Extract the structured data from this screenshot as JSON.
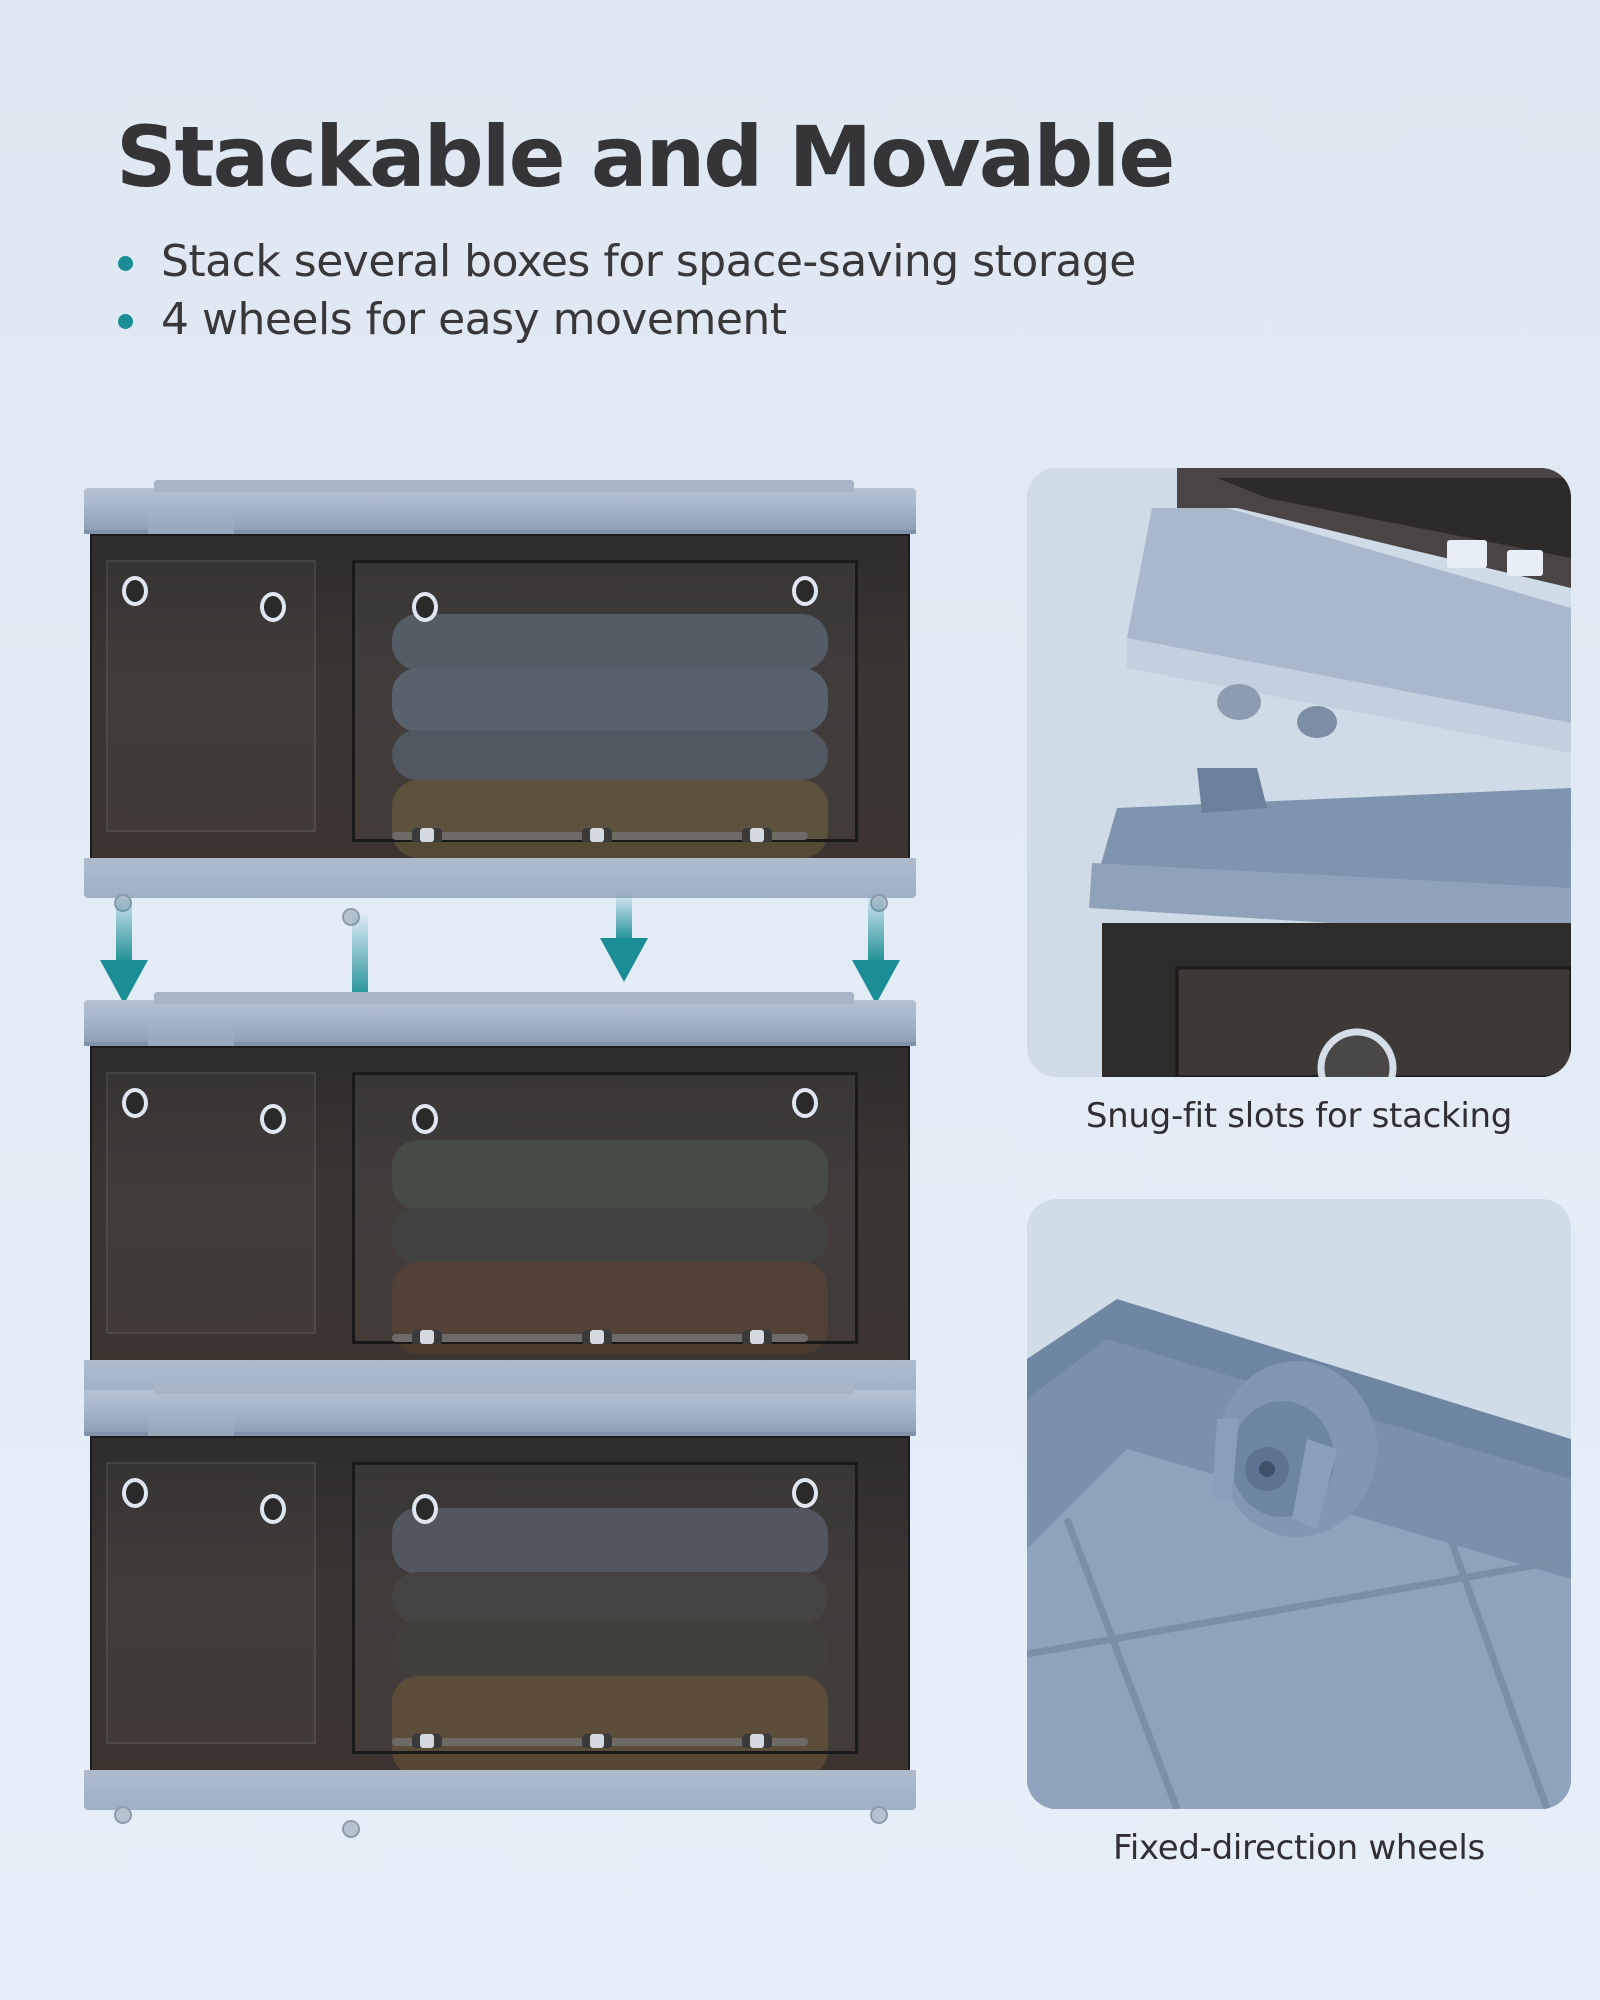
{
  "header": {
    "title": "Stackable and Movable",
    "bullets": [
      "Stack several boxes for space-saving storage",
      "4 wheels for easy movement"
    ]
  },
  "illustration": {
    "description": "Three transparent dark storage boxes with blue-grey lids and bases, top box shown lifted above the stack with four downward arrows",
    "box_count": 3,
    "arrow_count": 4,
    "arrow_icon": "arrow-down-icon"
  },
  "details": [
    {
      "caption": "Snug-fit slots for stacking",
      "image": "close-up of lid corner slot and box bottom edge"
    },
    {
      "caption": "Fixed-direction wheels",
      "image": "close-up of underside wheel"
    }
  ],
  "colors": {
    "background": "#e3ecf6",
    "title_text": "#353538",
    "bullet_dot": "#1a8e94",
    "arrow": "#1a8e94",
    "box_plastic": "#9fb0c4",
    "box_body": "#2e2c2c",
    "panel_bg": "#cfdbe6"
  }
}
